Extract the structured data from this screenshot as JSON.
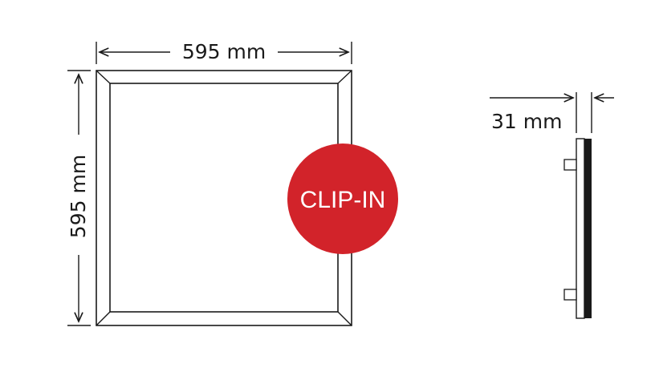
{
  "dimensions": {
    "width_label": "595 mm",
    "height_label": "595 mm",
    "depth_label": "31 mm"
  },
  "badge": {
    "label": "CLIP-IN",
    "color": "#d2232a"
  }
}
